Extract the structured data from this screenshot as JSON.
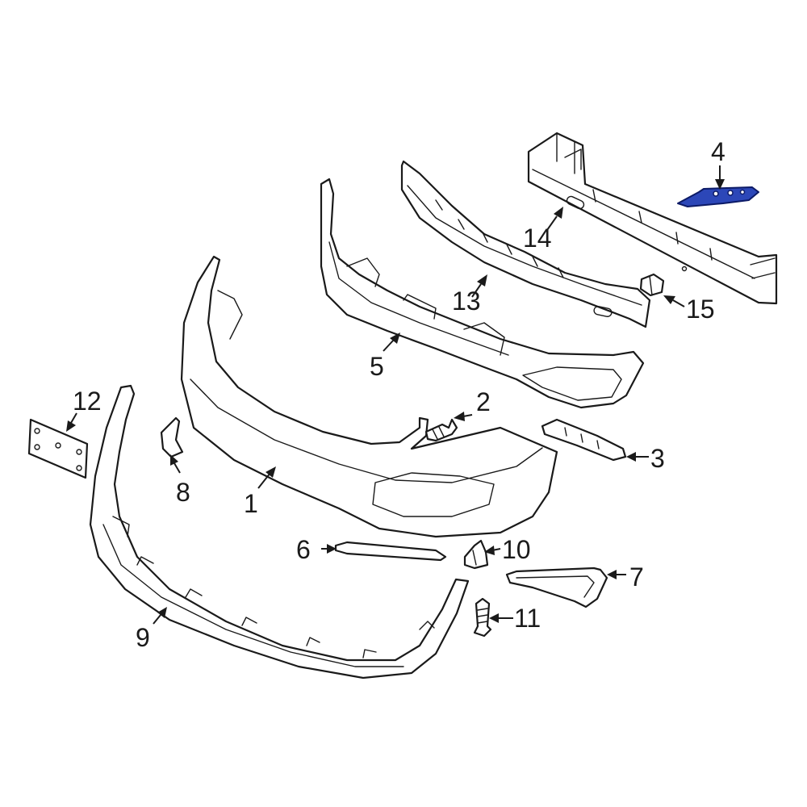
{
  "diagram": {
    "highlight_color": "#2c47b8",
    "callouts": {
      "c1": "1",
      "c2": "2",
      "c3": "3",
      "c4": "4",
      "c5": "5",
      "c6": "6",
      "c7": "7",
      "c8": "8",
      "c9": "9",
      "c10": "10",
      "c11": "11",
      "c12": "12",
      "c13": "13",
      "c14": "14",
      "c15": "15"
    }
  }
}
